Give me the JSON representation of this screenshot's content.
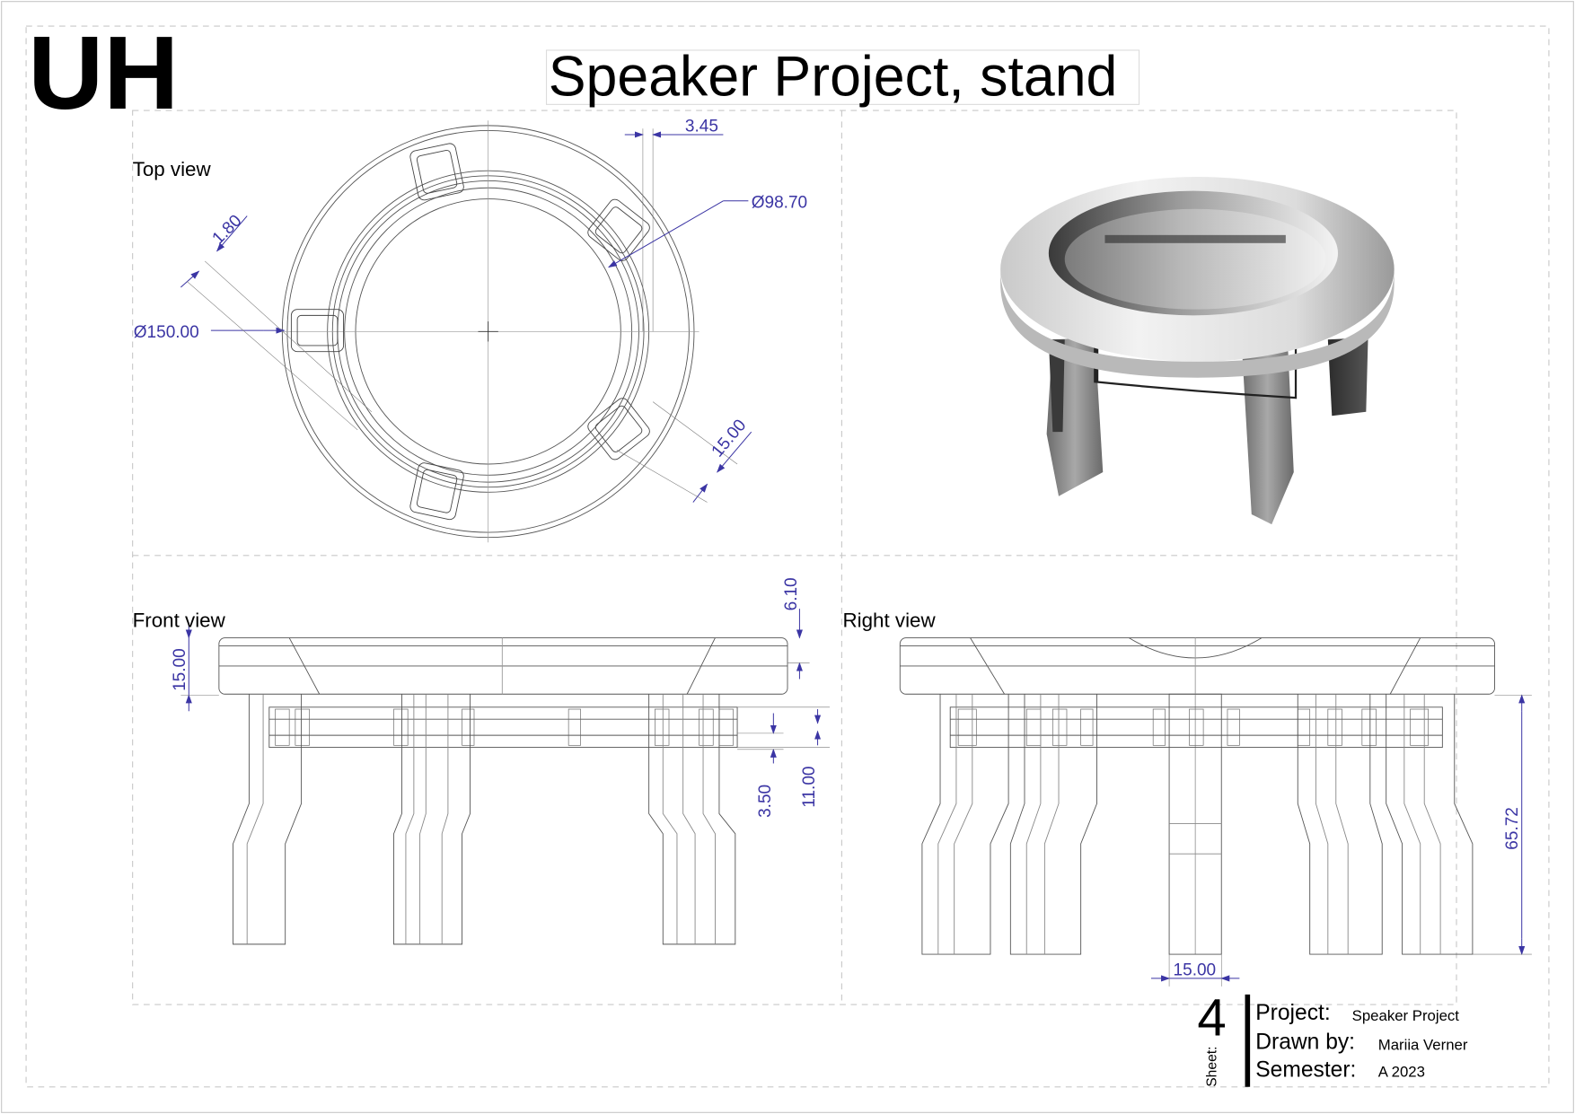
{
  "logo": "UH",
  "title": "Speaker Project, stand",
  "views": {
    "top": "Top view",
    "front": "Front view",
    "right": "Right view"
  },
  "dimensions": {
    "top_offset": "3.45",
    "inner_diameter": "Ø98.70",
    "wall": "1.80",
    "outer_diameter": "Ø150.00",
    "tab_width": "15.00",
    "ring_top": "6.10",
    "ring_height": "15.00",
    "slot_height": "3.50",
    "band_height": "11.00",
    "total_height": "65.72",
    "leg_width": "15.00"
  },
  "title_block": {
    "sheet_label": "Sheet:",
    "sheet_number": "4",
    "project_label": "Project:",
    "project_value": "Speaker Project",
    "drawn_label": "Drawn by:",
    "drawn_value": "Mariia Verner",
    "semester_label": "Semester:",
    "semester_value": "A 2023"
  },
  "colors": {
    "dimension": "#3b35a4",
    "line": "#555555",
    "frame": "#c8c8c8"
  }
}
